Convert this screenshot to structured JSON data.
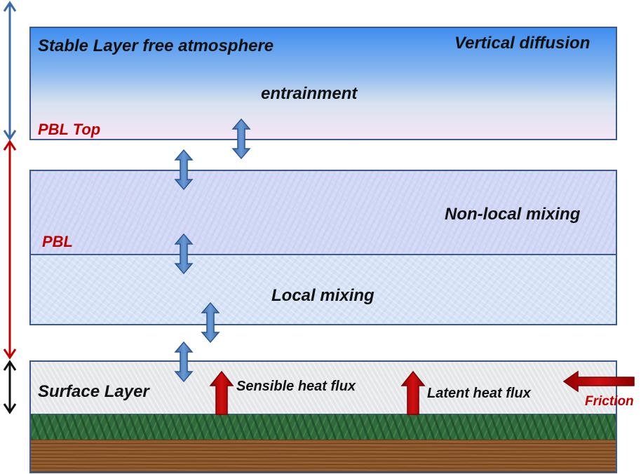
{
  "labels": {
    "stable_layer": "Stable Layer  free  atmosphere",
    "vertical_diffusion": "Vertical diffusion",
    "entrainment": "entrainment",
    "pbl_top": "PBL Top",
    "non_local_mixing": "Non-local mixing",
    "pbl": "PBL",
    "local_mixing": "Local mixing",
    "surface_layer": "Surface Layer",
    "sensible_heat_flux": "Sensible heat flux",
    "latent_heat_flux": "Latent heat flux",
    "friction": "Friction"
  },
  "colors": {
    "range_top": "#3a6aa8",
    "range_pbl": "#c00000",
    "range_surface": "#111111",
    "mixing_arrow": "#4a7ebf",
    "flux_arrow": "#c00000",
    "red_text": "#c00000"
  },
  "icons": {
    "mixing_arrows": "double-vertical-arrow",
    "flux_arrows": "up-arrow",
    "friction_arrow": "left-arrow"
  }
}
